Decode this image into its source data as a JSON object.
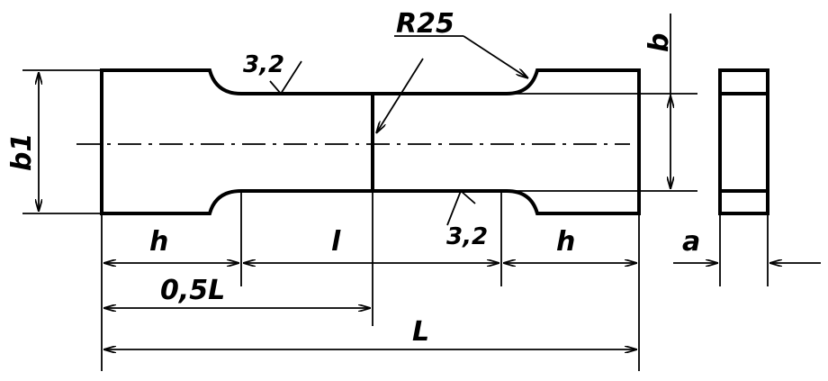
{
  "labels": {
    "radius": "R25",
    "roughness_top": "3,2",
    "roughness_bottom": "3,2",
    "width_b1": "b1",
    "width_b": "b",
    "head_length_left": "h",
    "gauge_length": "l",
    "head_length_right": "h",
    "half_length": "0,5L",
    "total_length": "L",
    "thickness": "a"
  }
}
